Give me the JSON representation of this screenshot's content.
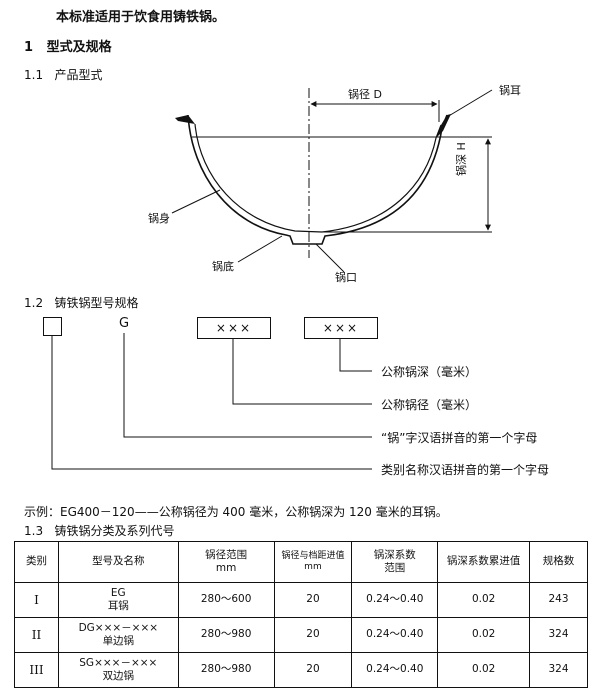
{
  "intro": "本标准适用于饮食用铸铁锅。",
  "section1": {
    "num": "1",
    "title": "型式及规格"
  },
  "section11": {
    "num": "1.1",
    "title": "产品型式"
  },
  "figure": {
    "diameter": "锅径 D",
    "depth": "锅深 H",
    "ear": "锅耳",
    "body": "锅身",
    "bottom": "锅底",
    "mouth": "锅口"
  },
  "section12": {
    "num": "1.2",
    "title": "铸铁锅型号规格"
  },
  "code": {
    "letter_g": "G",
    "box1": "×××",
    "box2": "×××",
    "label_depth": "公称锅深（毫米）",
    "label_diameter": "公称锅径（毫米）",
    "label_pinyin_guo": "“锅”字汉语拼音的第一个字母",
    "label_category": "类别名称汉语拼音的第一个字母"
  },
  "example": "示例：EG400－120——公称锅径为 400 毫米，公称锅深为 120 毫米的耳锅。",
  "section13": {
    "num": "1.3",
    "title": "铸铁锅分类及系列代号"
  },
  "table": {
    "headers": [
      "类别",
      "型号及名称",
      "锅径范围\nmm",
      "锅径与档距进值\nmm",
      "锅深系数\n范围",
      "锅深系数累进值",
      "规格数"
    ],
    "rows": [
      {
        "cls": "I",
        "model": "EG",
        "name": "耳锅",
        "range": "280～600",
        "step": "20",
        "coef": "0.24～0.40",
        "inc": "0.02",
        "count": "243"
      },
      {
        "cls": "II",
        "model": "DG×××－×××",
        "name": "单边锅",
        "range": "280～980",
        "step": "20",
        "coef": "0.24～0.40",
        "inc": "0.02",
        "count": "324"
      },
      {
        "cls": "III",
        "model": "SG×××－×××",
        "name": "双边锅",
        "range": "280～980",
        "step": "20",
        "coef": "0.24～0.40",
        "inc": "0.02",
        "count": "324"
      }
    ]
  }
}
